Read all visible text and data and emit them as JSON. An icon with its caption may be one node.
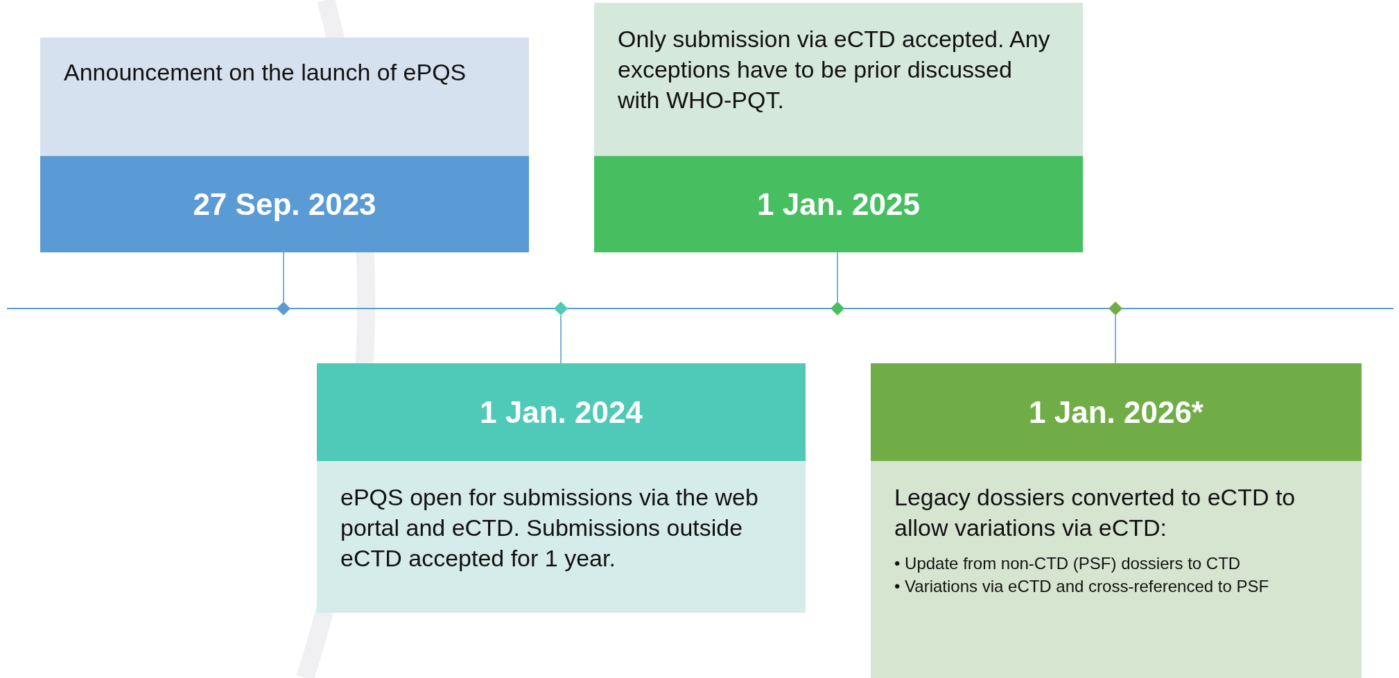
{
  "diagram": {
    "nodes": [
      {
        "text": [
          "Announcement on the launch of ePQS",
          "27 Sep. 2023"
        ]
      },
      {
        "text": [
          "1 Jan. 2024",
          "ePQS open for submissions via the web portal and eCTD. Submissions outside eCTD accepted for 1 year."
        ]
      },
      {
        "text": [
          "Only submission via eCTD accepted. Any exceptions have to be prior discussed with WHO-PQT.",
          "1 Jan. 2025"
        ]
      },
      {
        "text": [
          "1 Jan. 2026*",
          "Legacy dossiers converted to eCTD to allow variations via eCTD:",
          "• Update from non-CTD (PSF) dossiers to CTD",
          "• Variations via eCTD and cross-referenced to PSF"
        ]
      },
      {
        "text": [],
        "shape": "diamond"
      },
      {
        "text": [],
        "shape": "diamond"
      },
      {
        "text": [],
        "shape": "diamond"
      },
      {
        "text": [],
        "shape": "diamond"
      }
    ],
    "edges": [
      {
        "from": 0,
        "to": 4,
        "arrow": "none"
      },
      {
        "from": 1,
        "to": 5,
        "arrow": "none"
      },
      {
        "from": 2,
        "to": 6,
        "arrow": "none"
      },
      {
        "from": 3,
        "to": 7,
        "arrow": "none"
      }
    ]
  }
}
